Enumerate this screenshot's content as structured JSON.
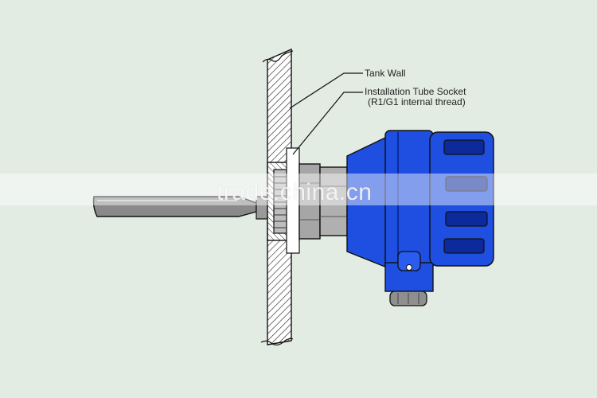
{
  "labels": {
    "tank_wall": "Tank Wall",
    "socket": "Installation Tube Socket",
    "thread": "(R1/G1 internal thread)"
  },
  "watermark": "trade.china.cn",
  "colors": {
    "background": "#e3ece3",
    "housing": "#1f4fe0",
    "housing_dark": "#0d2a9c",
    "outline": "#111111"
  }
}
